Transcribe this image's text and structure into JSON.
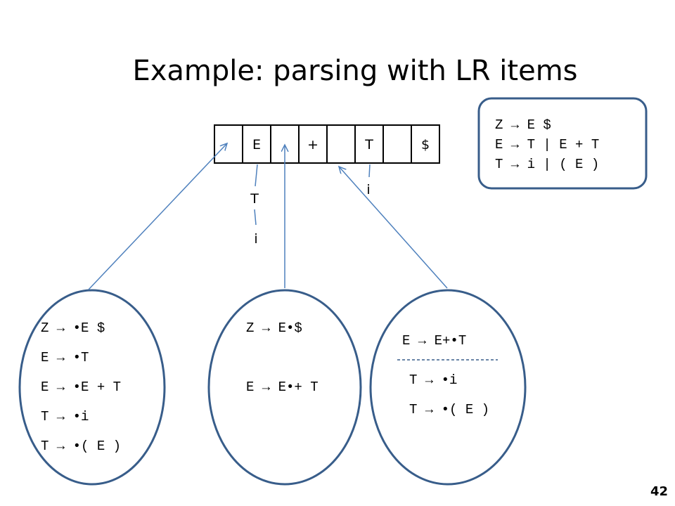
{
  "slide": {
    "title": "Example: parsing with LR items",
    "page_number": "42"
  },
  "colors": {
    "outline": "#385d8a",
    "arrow": "#4f81bd",
    "text": "#000000"
  },
  "input_tape": [
    "",
    "E",
    "",
    "+",
    "",
    "T",
    "",
    "$"
  ],
  "tree_labels": {
    "left_T": "T",
    "left_i": "i",
    "right_i": "i"
  },
  "grammar_box": {
    "lines": [
      "Z → E $",
      "E → T | E + T",
      "T → i | ( E )"
    ]
  },
  "states": {
    "left": {
      "items": [
        "Z → •E $",
        "E → •T",
        "E → •E + T",
        "T → •i",
        "T → •( E )"
      ]
    },
    "middle": {
      "items": [
        "Z → E•$",
        "E → E•+ T"
      ]
    },
    "right": {
      "items": [
        "E → E+•T",
        "T → •i",
        "T → •( E )"
      ]
    }
  }
}
